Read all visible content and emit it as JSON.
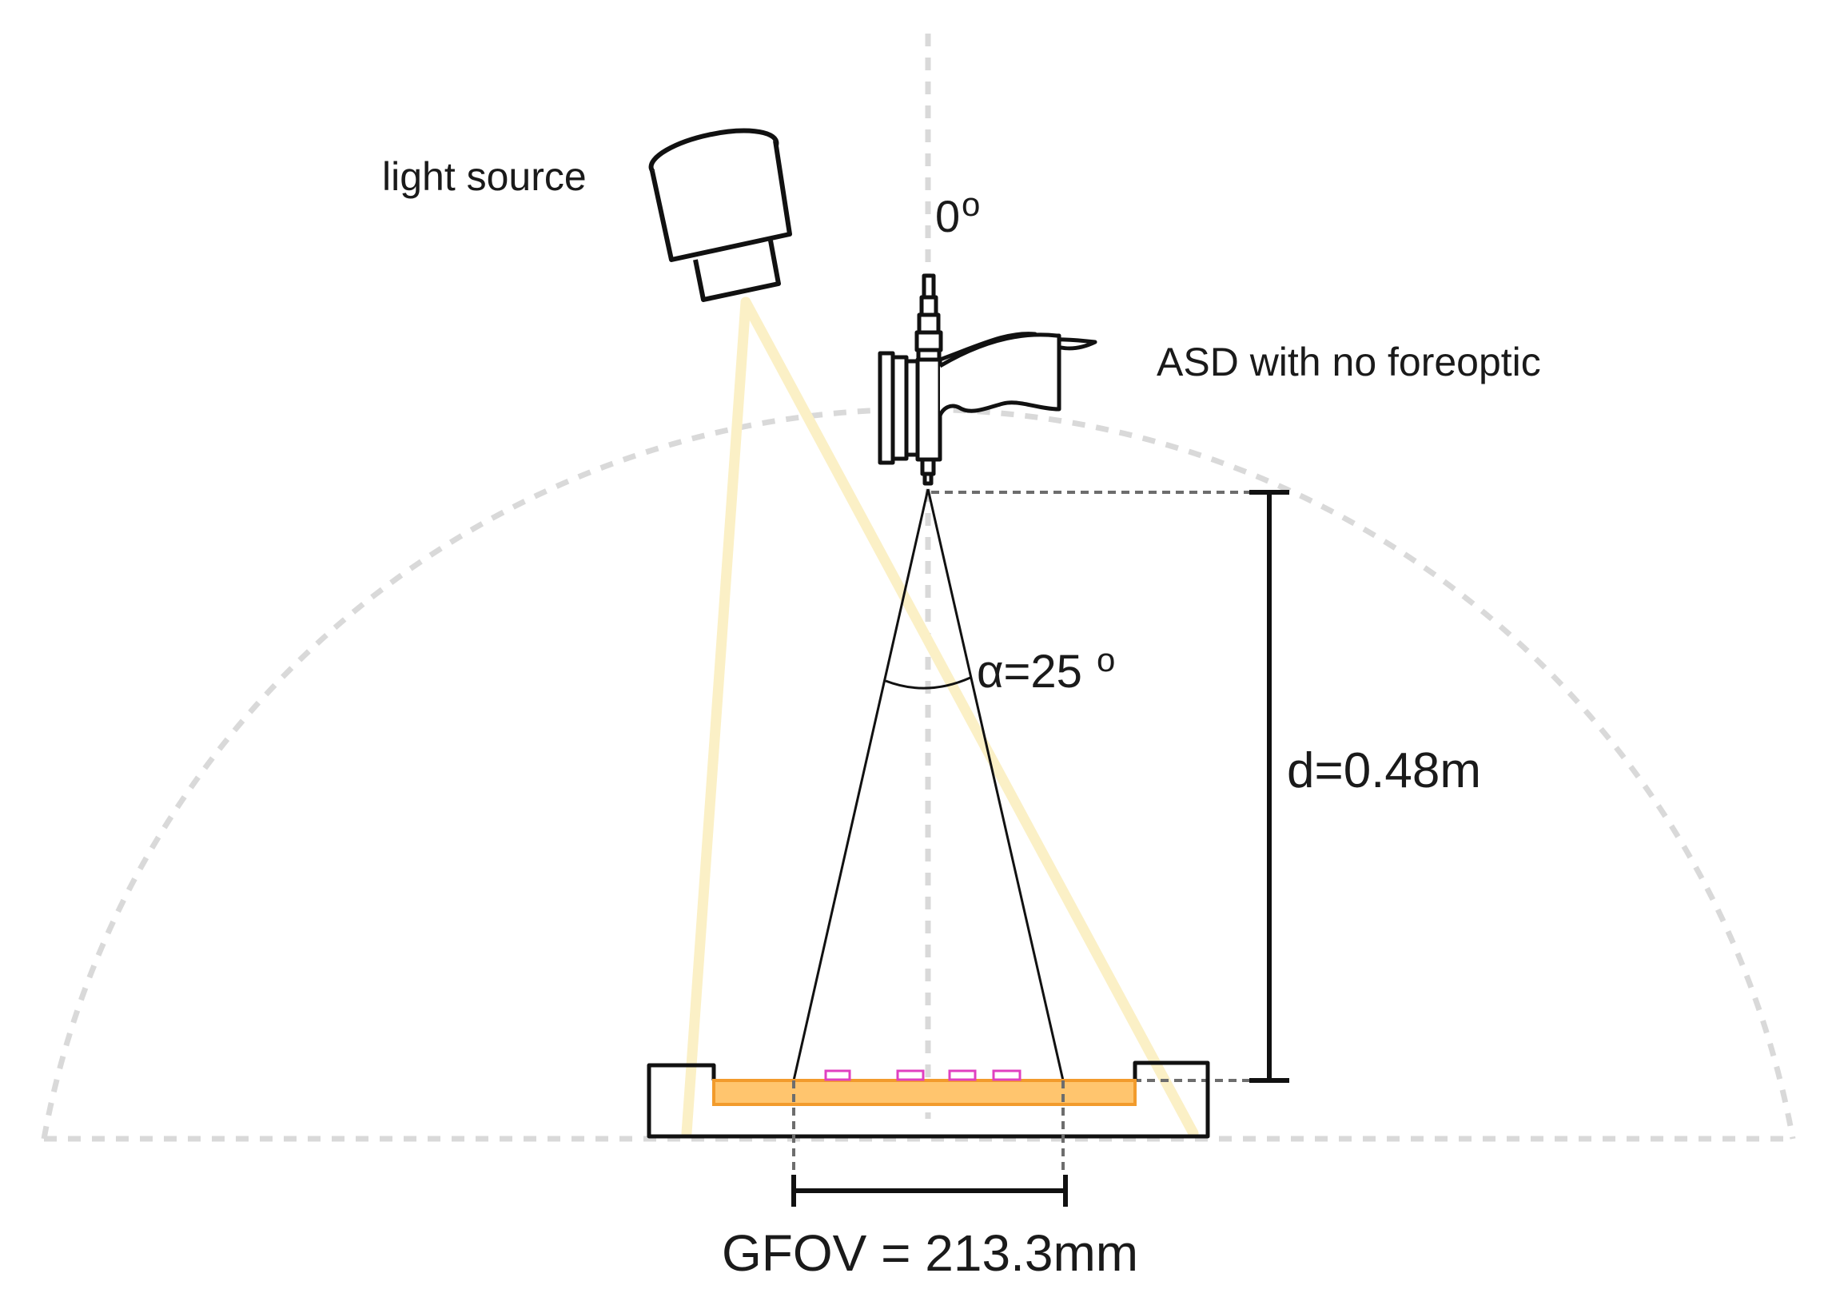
{
  "labels": {
    "light_source": "light source",
    "zenith_angle": "0",
    "zenith_degree_mark": "o",
    "instrument": "ASD with no foreoptic",
    "fov_angle": "α=25",
    "fov_degree_mark": "o",
    "distance": "d=0.48m",
    "gfov": "GFOV = 213.3mm"
  },
  "colors": {
    "guide_dashed": "#d9d9d9",
    "measure_dashed": "#6d6d6d",
    "light_beam": "#fbf0c6",
    "sample_panel_fill": "#ffc56e",
    "sample_panel_border": "#f29b2c",
    "sample_markers": "#e040c0",
    "ink": "#111111"
  },
  "icons": [
    "light-source-lamp-icon",
    "spectrometer-pistol-grip-icon",
    "sample-tray-icon"
  ],
  "quantities": {
    "fov_angle_deg": 25,
    "distance_m": 0.48,
    "gfov_mm": 213.3,
    "zenith_deg": 0
  }
}
